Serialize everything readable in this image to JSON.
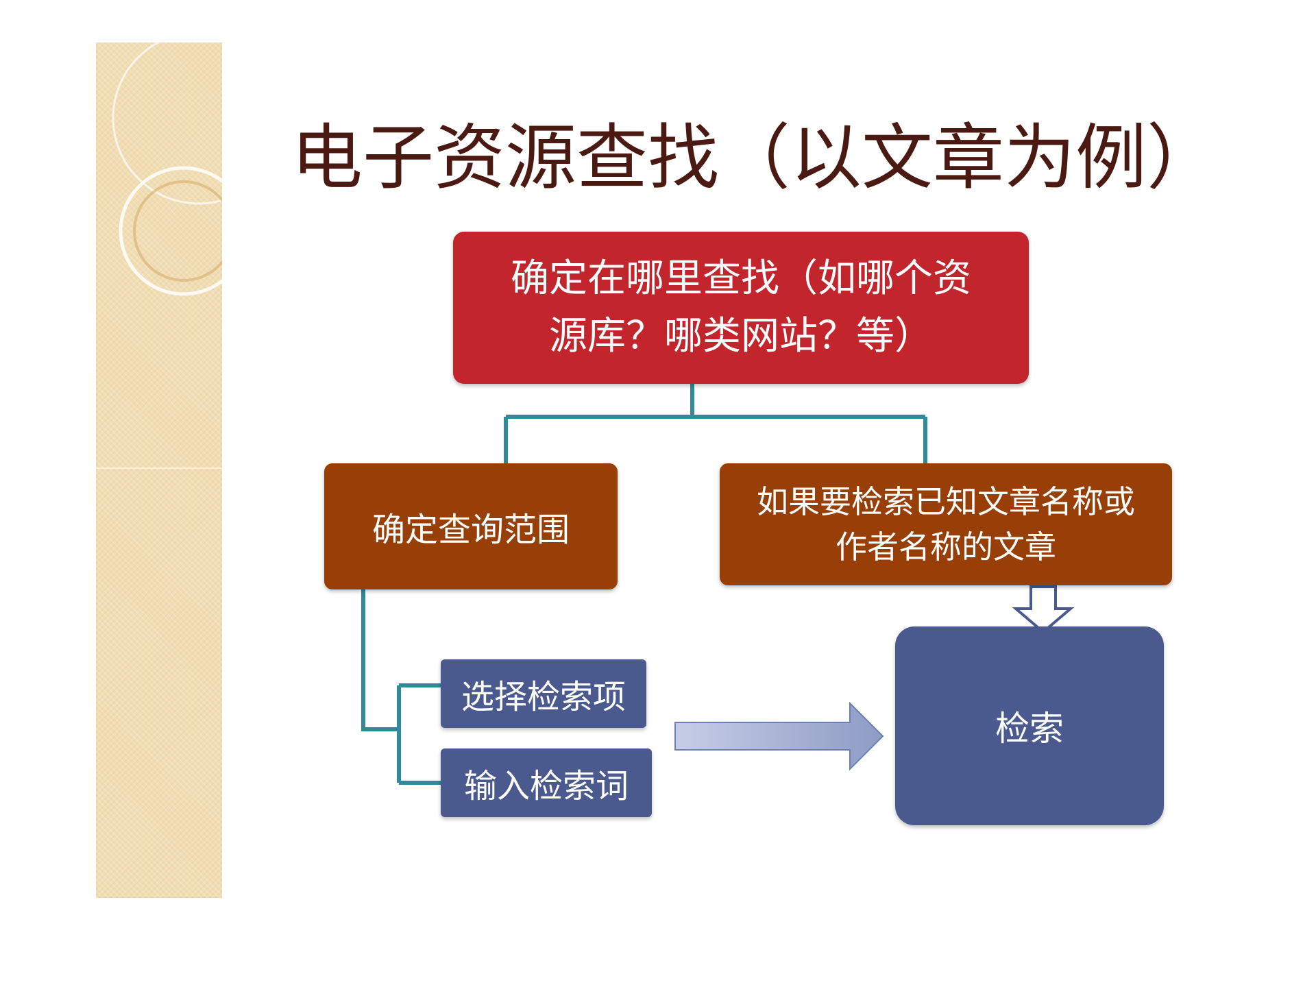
{
  "title": "电子资源查找（以文章为例）",
  "nodes": {
    "where": "确定在哪里查找（如哪个资\n源库？哪类网站？等）",
    "scope": "确定查询范围",
    "known": "如果要检索已知文章名称或\n作者名称的文章",
    "select_item": "选择检索项",
    "input_term": "输入检索词",
    "search": "检索"
  },
  "colors": {
    "title": "#4a1a12",
    "top_node": "#c3252d",
    "brown_node": "#973f07",
    "blue_node": "#4a5a8e",
    "connector": "#2f8a9a",
    "strip": "#f1ddb3"
  }
}
